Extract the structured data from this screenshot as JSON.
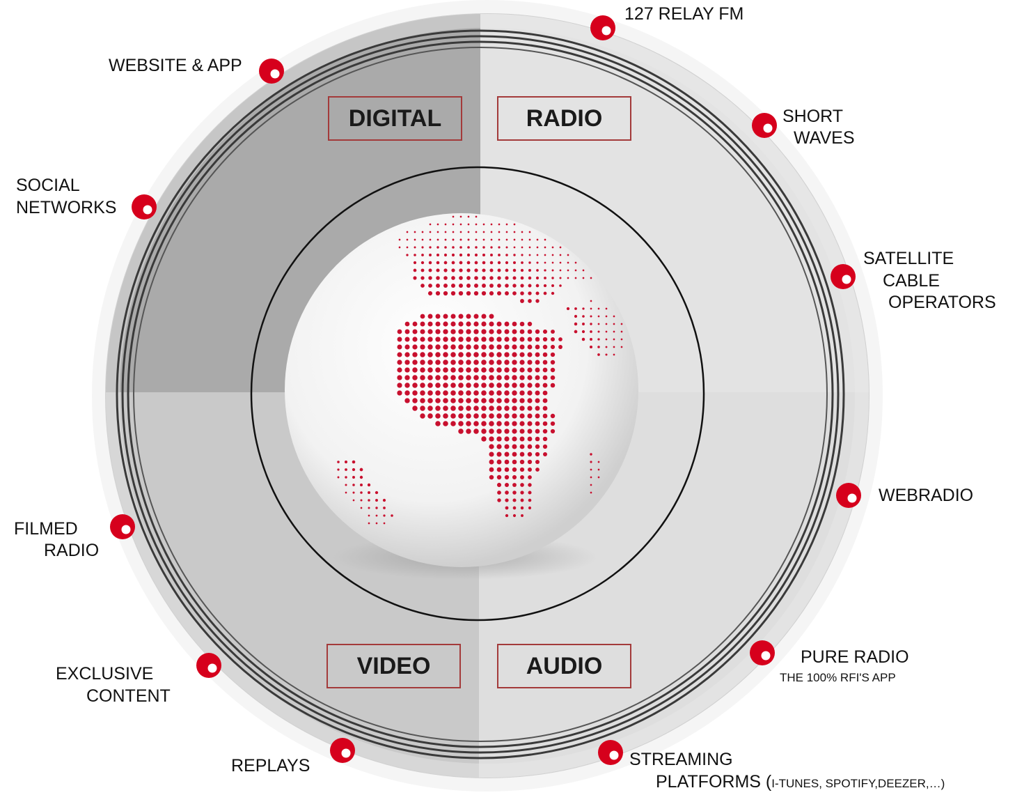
{
  "quadrants": {
    "digital": "DIGITAL",
    "radio": "RADIO",
    "video": "VIDEO",
    "audio": "AUDIO"
  },
  "channels": {
    "relay_fm": "127 RELAY FM",
    "short_waves": [
      "SHORT",
      "WAVES"
    ],
    "satellite": [
      "SATELLITE",
      "CABLE",
      "OPERATORS"
    ],
    "webradio": "WEBRADIO",
    "pure_radio": "PURE RADIO",
    "pure_radio_sub": "THE 100% RFI'S APP",
    "streaming": "STREAMING",
    "platforms_prefix": "PLATFORMS (",
    "platforms_detail": "I-TUNES, SPOTIFY,DEEZER,…)",
    "replays": "REPLAYS",
    "exclusive": [
      "EXCLUSIVE",
      "CONTENT"
    ],
    "filmed": [
      "FILMED",
      "RADIO"
    ],
    "social": [
      "SOCIAL",
      "NETWORKS"
    ],
    "website": "WEBSITE & APP"
  },
  "colors": {
    "accent_red": "#d6001c",
    "box_border": "#a33a3a",
    "digital_fill": "#a6a6a6",
    "radio_fill": "#e4e4e4",
    "video_fill": "#c8c8c8",
    "audio_fill": "#dcdcdc"
  },
  "icons": {
    "globe": "globe-africa-dotted-icon",
    "marker": "red-dot-marker-icon"
  }
}
